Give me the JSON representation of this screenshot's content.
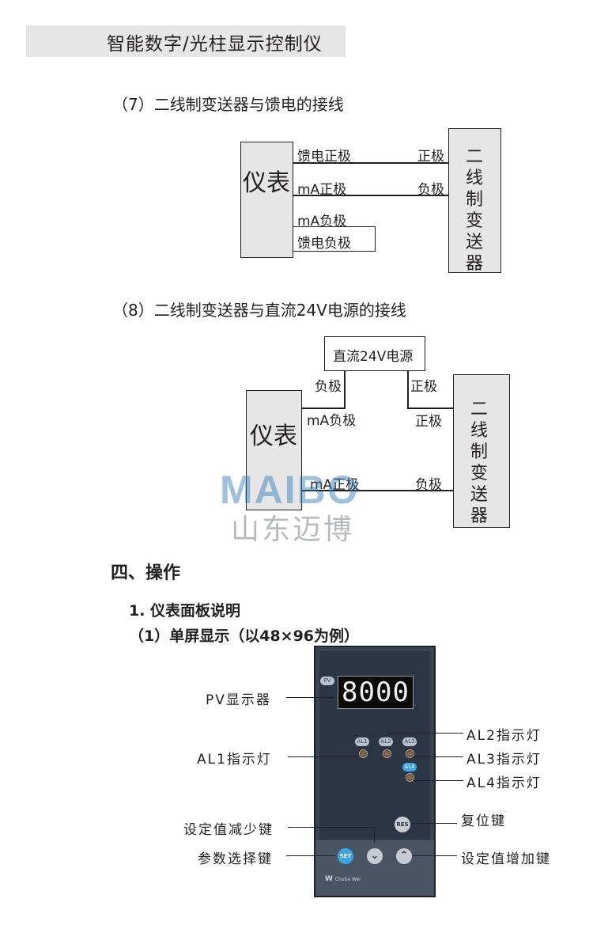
{
  "header": {
    "title": "智能数字/光柱显示控制仪"
  },
  "section7": {
    "title": "（7）二线制变送器与馈电的接线",
    "meter_label": "仪表",
    "transmitter_label": "二线制变送器",
    "wires": {
      "feed_pos": "馈电正极",
      "ma_pos": "mA正极",
      "ma_neg": "mA负极",
      "feed_neg": "馈电负极",
      "pos": "正极",
      "neg": "负极"
    }
  },
  "section8": {
    "title": "（8）二线制变送器与直流24V电源的接线",
    "power_label": "直流24V电源",
    "meter_label": "仪表",
    "transmitter_label": "二线制变送器",
    "wires": {
      "psu_neg": "负极",
      "psu_pos": "正极",
      "ma_neg": "mA负极",
      "tx_pos": "正极",
      "ma_pos": "mA正极",
      "tx_neg": "负极"
    }
  },
  "watermark": {
    "brand": "MAIBO",
    "company": "山东迈博"
  },
  "operation": {
    "heading": "四、操作",
    "subheading": "1. 仪表面板说明",
    "subsub": "（1）单屏显示（以48×96为例）"
  },
  "panel": {
    "pv_badge": "PV",
    "pv_value": "8000",
    "badges": {
      "al1": "AL1",
      "al2": "AL2",
      "al3": "AL3",
      "al4": "AL4"
    },
    "set_button": "SET",
    "res_button": "RES",
    "down_symbol": "⌄",
    "up_symbol": "⌃",
    "brand_mark": "W",
    "brand_text": "Chuba Wei",
    "labels": {
      "pv_display": "PV显示器",
      "al1": "AL1指示灯",
      "al2": "AL2指示灯",
      "al3": "AL3指示灯",
      "al4": "AL4指示灯",
      "decrease": "设定值减少键",
      "reset": "复位键",
      "param_select": "参数选择键",
      "increase": "设定值增加键"
    }
  }
}
